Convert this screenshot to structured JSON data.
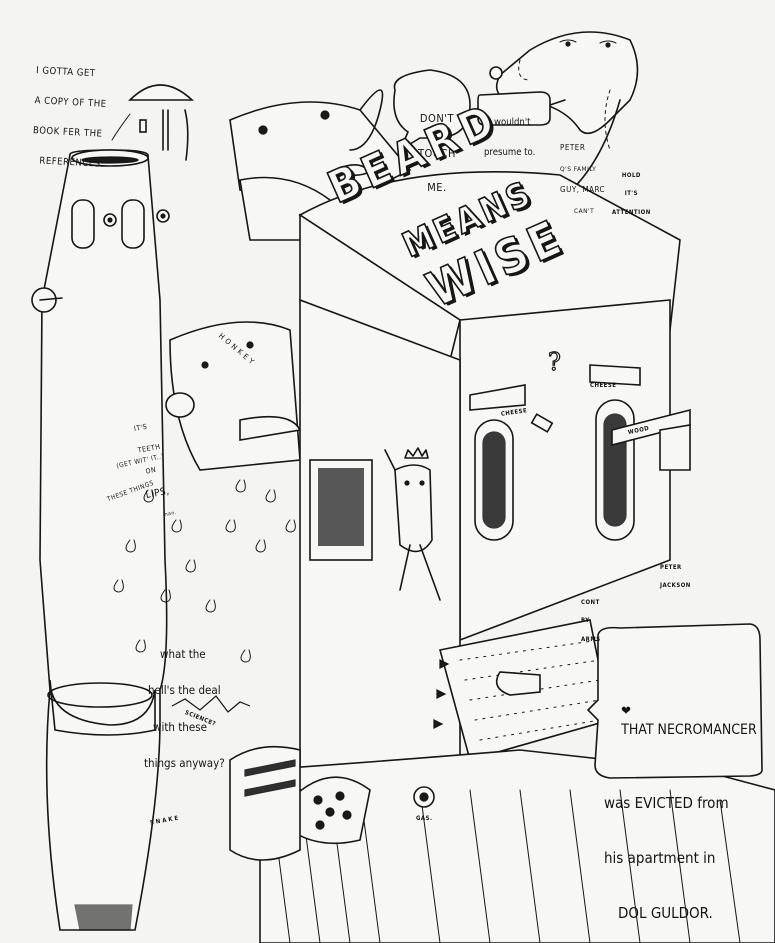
{
  "artwork": {
    "kind": "hand-drawn ink illustration",
    "paper_color": "#f4f4f2",
    "ink_color": "#161616"
  },
  "title_block": {
    "line1": "BEARD",
    "line2": "MEANS",
    "line3": "WISE"
  },
  "annotations": {
    "top_left_note": [
      "I GOTTA GET",
      "A COPY OF THE",
      "BOOK FER THE",
      "REFERENCES."
    ],
    "dont_touch_bubble": [
      "DON'T",
      "TOUCH",
      "ME."
    ],
    "dog_bubble": [
      "I wouldn't",
      "presume to."
    ],
    "peter_note": [
      "PETER",
      "Q'S FAMILY",
      "GUY, MARC",
      "CAN'T"
    ],
    "hold_note": [
      "HOLD",
      "IT'S",
      "ATTENTION"
    ],
    "honkey_label": "HONKEY",
    "teeth_note": [
      "IT'S",
      "TEETH",
      "ON",
      "LIPS,",
      "man."
    ],
    "get_with_it": "(GET WIT' IT..)",
    "these_things": "THESE THINGS",
    "noses_question": [
      "what the",
      "hell's the deal",
      "with these",
      "things anyway?"
    ],
    "science_label": "SCIENCE?",
    "cheese_label_left": "CHEESE",
    "cheese_label_right": "CHEESE",
    "wood_label": "WOOD",
    "peter_jackson_label": [
      "PETER",
      "JACKSON"
    ],
    "cont_label": [
      "CONT",
      "BY",
      "ARMS"
    ],
    "snake_label": "SNAKE",
    "gas_label": "GAS.",
    "necromancer_bubble": {
      "heart_icon": "heart",
      "lines": [
        "THAT NECROMANCER",
        "was EVICTED from",
        "his apartment in",
        "DOL GULDOR."
      ]
    }
  }
}
